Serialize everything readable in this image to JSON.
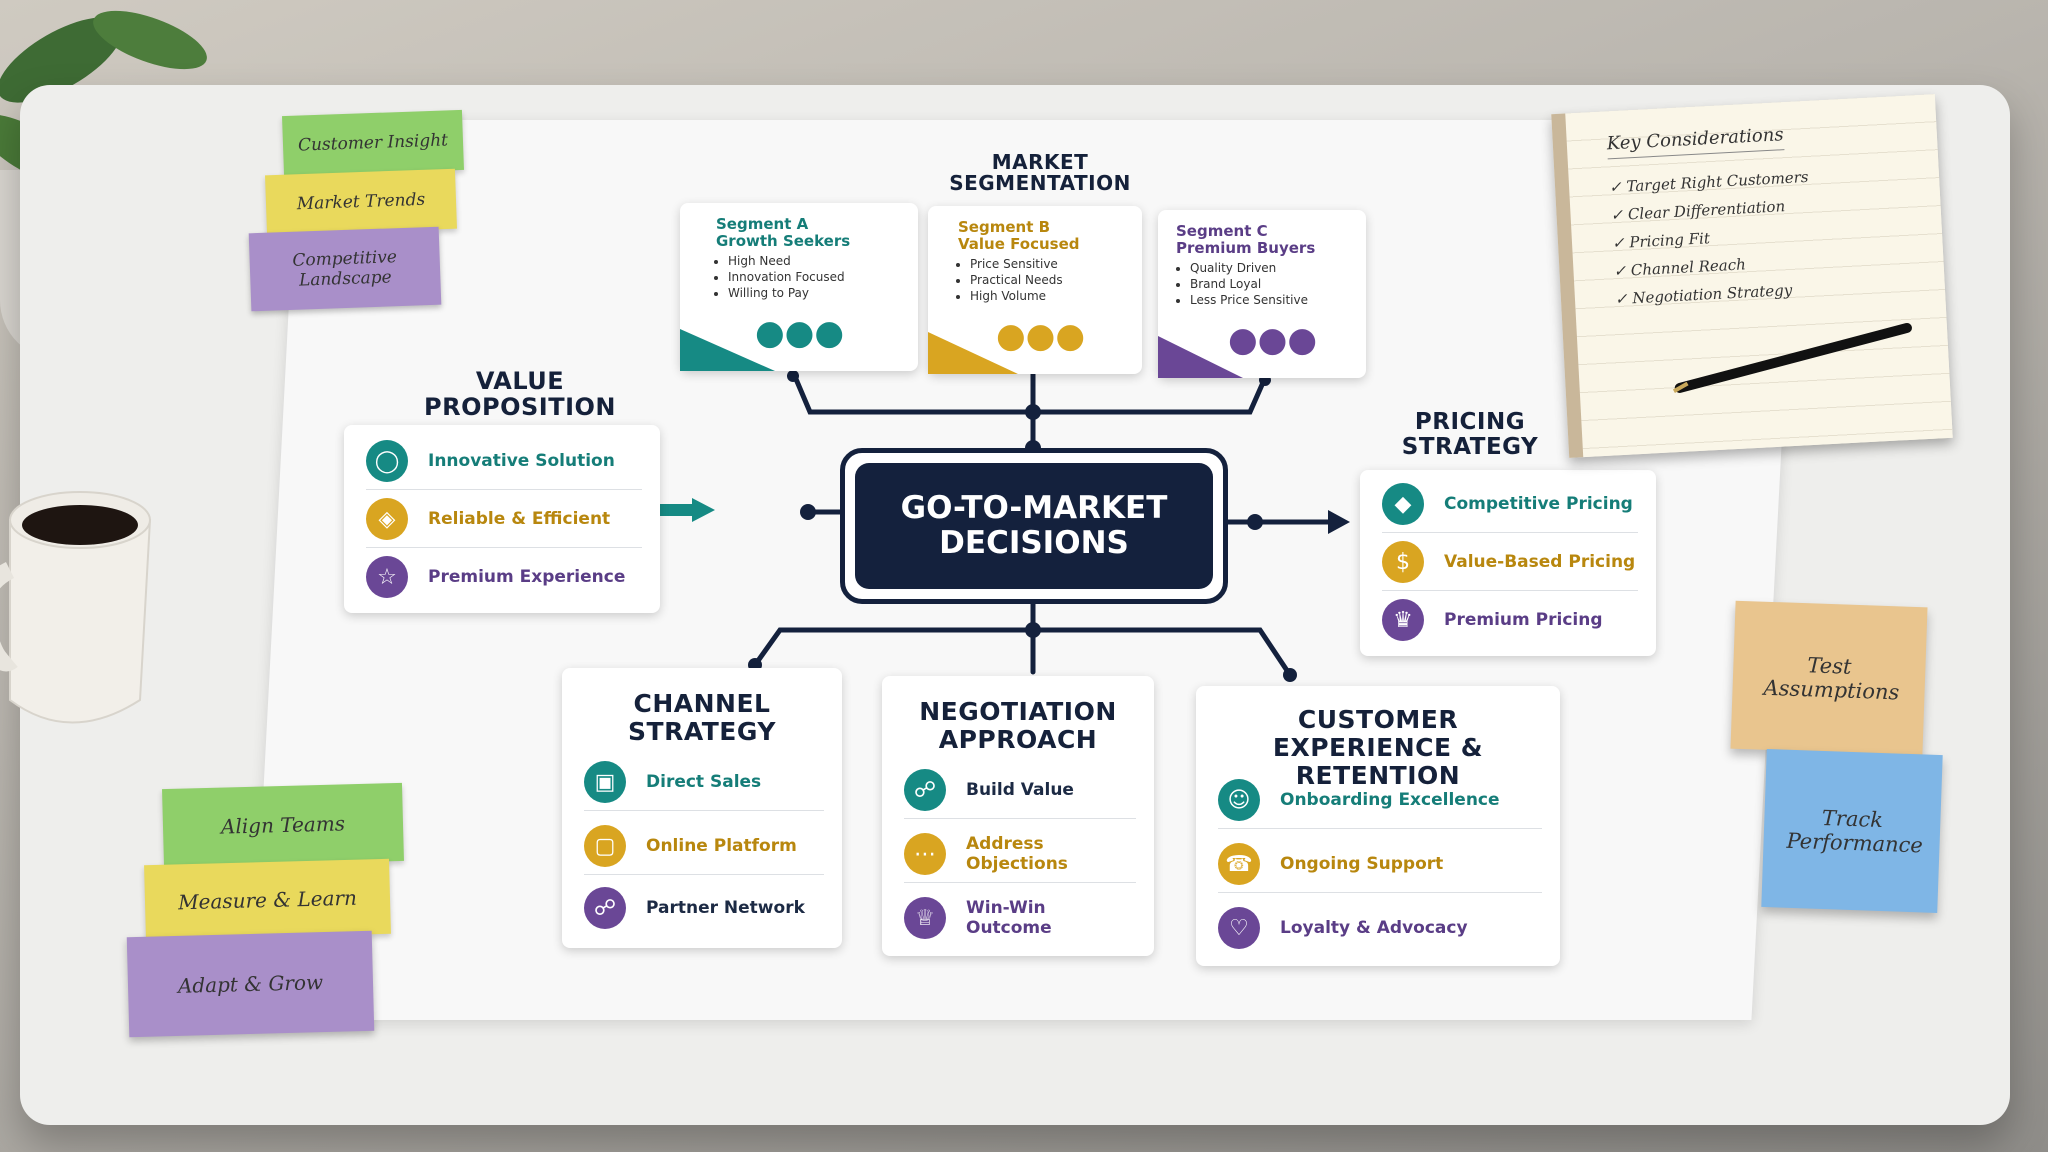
{
  "center": {
    "title": "GO-TO-MARKET DECISIONS"
  },
  "market": {
    "title": "MARKET SEGMENTATION",
    "segments": [
      {
        "name": "Segment A",
        "sub": "Growth Seekers",
        "bullets": [
          "High Need",
          "Innovation Focused",
          "Willing to Pay"
        ],
        "color": "#168a84"
      },
      {
        "name": "Segment B",
        "sub": "Value Focused",
        "bullets": [
          "Price Sensitive",
          "Practical Needs",
          "High Volume"
        ],
        "color": "#d9a521"
      },
      {
        "name": "Segment C",
        "sub": "Premium Buyers",
        "bullets": [
          "Quality Driven",
          "Brand Loyal",
          "Less Price Sensitive"
        ],
        "color": "#6a4796"
      }
    ]
  },
  "value": {
    "title": "VALUE PROPOSITION",
    "items": [
      {
        "label": "Innovative Solution",
        "icon": "lightbulb-icon"
      },
      {
        "label": "Reliable & Efficient",
        "icon": "shield-icon"
      },
      {
        "label": "Premium Experience",
        "icon": "star-icon"
      }
    ]
  },
  "pricing": {
    "title": "PRICING STRATEGY",
    "items": [
      {
        "label": "Competitive Pricing",
        "icon": "tag-icon"
      },
      {
        "label": "Value-Based Pricing",
        "icon": "dollar-icon"
      },
      {
        "label": "Premium Pricing",
        "icon": "crown-icon"
      }
    ]
  },
  "channel": {
    "title": "CHANNEL STRATEGY",
    "items": [
      {
        "label": "Direct Sales",
        "icon": "store-icon"
      },
      {
        "label": "Online Platform",
        "icon": "monitor-icon"
      },
      {
        "label": "Partner Network",
        "icon": "handshake-icon"
      }
    ]
  },
  "negotiation": {
    "title": "NEGOTIATION APPROACH",
    "items": [
      {
        "label": "Build Value",
        "icon": "handshake-icon"
      },
      {
        "label": "Address Objections",
        "icon": "speech-bubble-icon"
      },
      {
        "label": "Win-Win Outcome",
        "icon": "trophy-icon"
      }
    ]
  },
  "cx": {
    "title": "CUSTOMER EXPERIENCE & RETENTION",
    "items": [
      {
        "label": "Onboarding Excellence",
        "icon": "person-icon"
      },
      {
        "label": "Ongoing Support",
        "icon": "headset-icon"
      },
      {
        "label": "Loyalty & Advocacy",
        "icon": "heart-icon"
      }
    ]
  },
  "stickies_top": [
    "Customer Insight",
    "Market Trends",
    "Competitive Landscape"
  ],
  "stickies_bottom": [
    "Align Teams",
    "Measure & Learn",
    "Adapt & Grow"
  ],
  "stickies_right": [
    "Test Assumptions",
    "Track Performance"
  ],
  "notebook": {
    "title": "Key Considerations",
    "items": [
      "Target Right Customers",
      "Clear Differentiation",
      "Pricing Fit",
      "Channel Reach",
      "Negotiation Strategy"
    ]
  },
  "colors": {
    "teal": "#168a84",
    "gold": "#d9a521",
    "purple": "#6a4796",
    "navy": "#14213d",
    "green": "#8fcf6a",
    "yellow": "#e9d95c",
    "lavender": "#a98fc9",
    "orange": "#e9c58e",
    "blue": "#7fb6e6"
  }
}
